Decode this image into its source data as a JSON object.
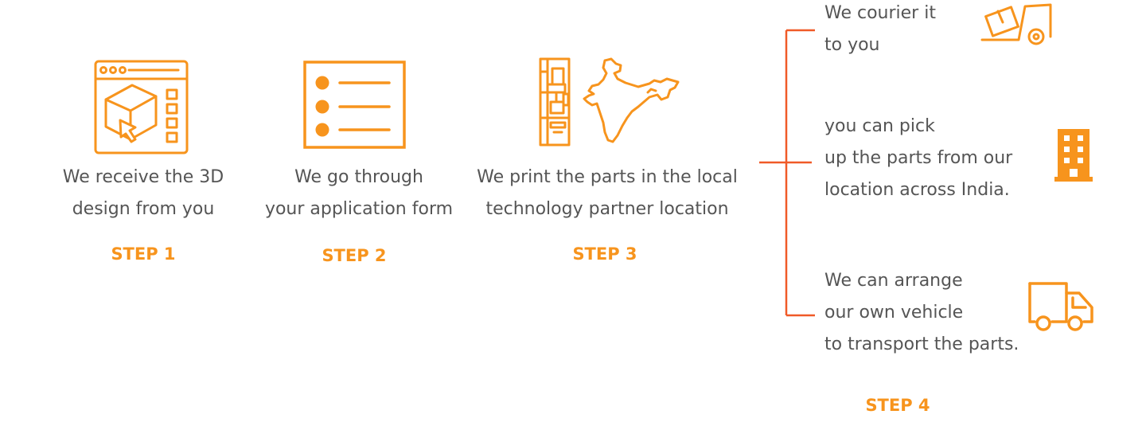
{
  "colors": {
    "accent": "#f7941d",
    "bracket": "#f05a28",
    "text": "#555555",
    "background": "#ffffff"
  },
  "steps": [
    {
      "icon": "browser-3d-cube-icon",
      "description_lines": [
        "We receive the 3D",
        "design from you"
      ],
      "label": "STEP 1"
    },
    {
      "icon": "application-form-list-icon",
      "description_lines": [
        "We go through",
        "your application form"
      ],
      "label": "STEP 2"
    },
    {
      "icon": "3d-printer-india-map-icon",
      "description_lines": [
        "We print the parts in the local",
        "technology partner location"
      ],
      "label": "STEP 3"
    }
  ],
  "step4": {
    "label": "STEP 4",
    "options": [
      {
        "icon": "hand-truck-package-icon",
        "lines": [
          "We courier it",
          "to you"
        ]
      },
      {
        "icon": "office-building-icon",
        "lines": [
          "you can pick",
          "up the parts from our",
          "location across India."
        ]
      },
      {
        "icon": "delivery-van-icon",
        "lines": [
          "We can arrange",
          "our own vehicle",
          "to transport the parts."
        ]
      }
    ]
  }
}
